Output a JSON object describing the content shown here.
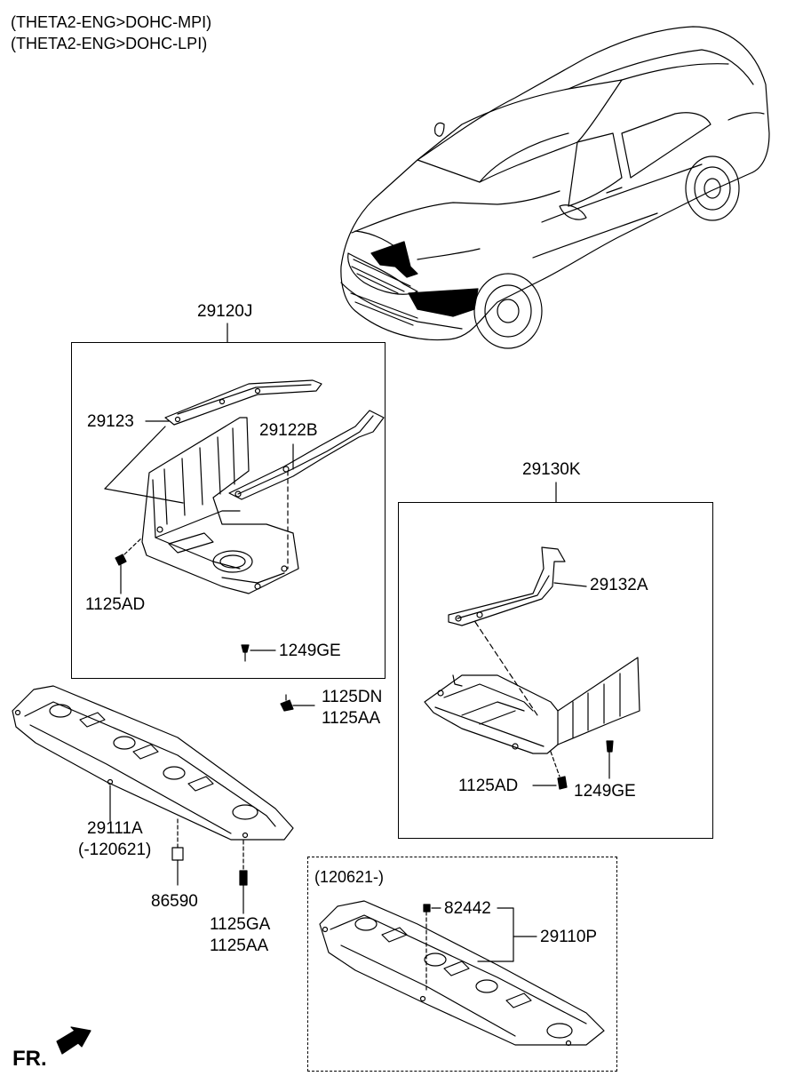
{
  "header": {
    "line1": "(THETA2-ENG>DOHC-MPI)",
    "line2": "(THETA2-ENG>DOHC-LPI)"
  },
  "groups": {
    "assy_left": "29120J",
    "assy_right": "29130K",
    "date_range_box": "(120621-)"
  },
  "parts": {
    "p29123": "29123",
    "p29122b": "29122B",
    "p1125ad_left": "1125AD",
    "p1249ge_left": "1249GE",
    "p1125dn": "1125DN",
    "p1125aa_mid": "1125AA",
    "p29132a": "29132A",
    "p1125ad_right": "1125AD",
    "p1249ge_right": "1249GE",
    "p29111a": "29111A",
    "p29111a_range": "(-120621)",
    "p86590": "86590",
    "p1125ga": "1125GA",
    "p1125aa_bottom": "1125AA",
    "p82442": "82442",
    "p29110p": "29110P"
  },
  "orientation": {
    "front_label": "FR."
  }
}
